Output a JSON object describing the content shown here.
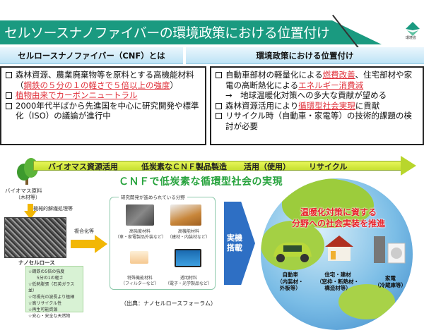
{
  "title": "セルソースナノファイバーの環境政策における位置付け",
  "logo": {
    "icon": "ministry-logo-icon",
    "label": "環境省"
  },
  "left_panel": {
    "header": "セルロースナノファイバー（CNF）とは",
    "bullets": [
      {
        "text_pre": "森林資源、農業廃棄物等を原料とする高機能材料（",
        "text_red": "鋼鉄の５分の１の軽さで５倍以上の強度",
        "text_post": "）"
      },
      {
        "text_pre": "",
        "text_red": "植物由来でカーボンニュートラル",
        "text_post": ""
      },
      {
        "text_pre": "2000年代半ばから先進国を中心に研究開発や標準化（ISO）の議論が進行中",
        "text_red": "",
        "text_post": ""
      }
    ]
  },
  "right_panel": {
    "header": "環境政策における位置付け",
    "bullet1": {
      "pre": "自動車部材の軽量化による",
      "red1": "燃費改善",
      "mid": "、住宅部材や家電の高断熱化による",
      "red2": "エネルギー消費減"
    },
    "arrow_line": "→　地球温暖化対策への多大な貢献が望める",
    "bullet2": {
      "pre": "森林資源活用により",
      "red": "循環型社会実現",
      "post": "に貢献"
    },
    "bullet3": "リサイクル時（自動車・家電等）の技術的課題の検討が必要"
  },
  "flow_stages": [
    "バイオマス資源活用",
    "低炭素なＣＮＦ製品製造",
    "活用（使用）",
    "リサイクル"
  ],
  "subtitle": "ＣＮＦで低炭素な循環型社会の実現",
  "diagram": {
    "raw_material": "バイオマス原料",
    "raw_material_sub": "（木材等）",
    "process_label": "機械的解繊処理等",
    "composite_label": "複合化等",
    "nanocellulose_label": "ナノセルロース",
    "properties": [
      "☆鋼鉄の5倍の強度",
      "　　5分の1の軽さ",
      "☆低熱膨張（石英ガラス並）",
      "☆可視光の波長より極細",
      "☆高リサイクル性",
      "☆再生可能資源",
      "☆安心・安全な天然物"
    ],
    "rd_title": "研究開発が進められている分野",
    "rd_items": [
      {
        "name": "高強度材料",
        "sub": "（車・家電製品外装など）"
      },
      {
        "name": "高機能材料",
        "sub": "（建材・内装材など）"
      },
      {
        "name": "特殊機能材料",
        "sub": "（フィルターなど）"
      },
      {
        "name": "透明材料",
        "sub": "（電子・光学製品など）"
      }
    ],
    "deploy_label": [
      "実機",
      "搭載"
    ],
    "source": "（出典：ナノセルロースフォーラム）",
    "globe_heading": [
      "温暖化対策に資する",
      "分野への社会実装を推進"
    ],
    "applications": [
      {
        "name": "自動車",
        "sub1": "（内装材・",
        "sub2": "外板等）"
      },
      {
        "name": "住宅・建材",
        "sub1": "（窓枠・断熱材・",
        "sub2": "構造材等）"
      },
      {
        "name": "家電",
        "sub1": "（冷蔵庫等）",
        "sub2": ""
      }
    ]
  },
  "colors": {
    "title_bg": "#1a9a80",
    "accent_red": "#e0303a",
    "subtitle_green": "#27a33d",
    "arrow_yellow": "#d4ec3e",
    "deploy_blue": "#2e6fc4"
  }
}
